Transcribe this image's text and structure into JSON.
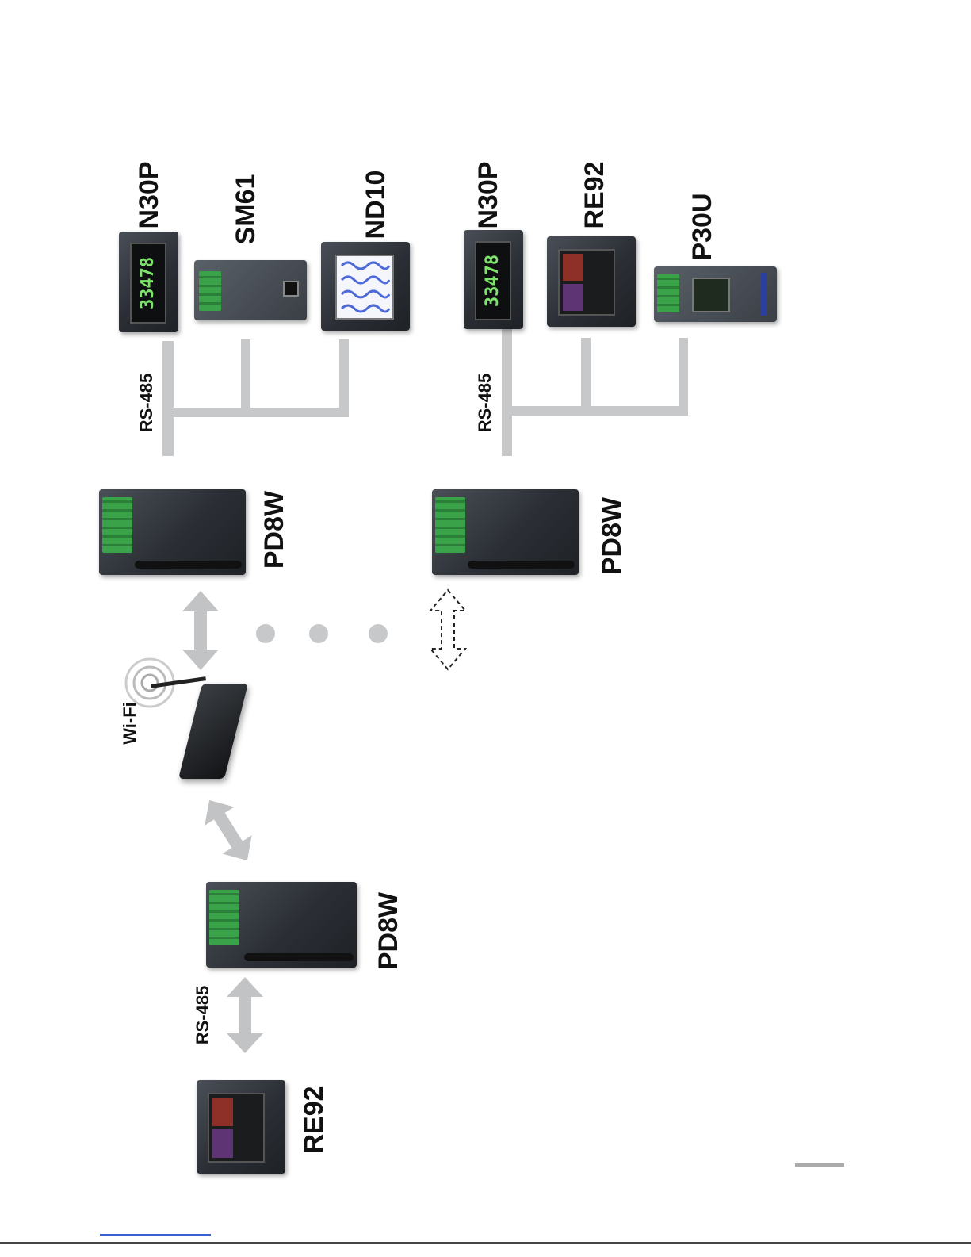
{
  "labels": {
    "n30p_top": "N30P",
    "sm61": "SM61",
    "nd10": "ND10",
    "n30p_right": "N30P",
    "re92_right": "RE92",
    "p30u": "P30U",
    "pd8w_top": "PD8W",
    "pd8w_right": "PD8W",
    "pd8w_bottom": "PD8W",
    "re92_bottom": "RE92",
    "rs485_top": "RS-485",
    "rs485_right": "RS-485",
    "rs485_bottom": "RS-485",
    "wifi": "Wi-Fi"
  },
  "display_digits": {
    "n30p_top": "33478",
    "n30p_right": "33478"
  },
  "colors": {
    "bus_line": "#c7c8ca",
    "terminal_green": "#3aa349",
    "device_body": "#2b2f35",
    "display_green": "#7ee36a"
  },
  "icons": [
    "wifi-signal-icon",
    "double-arrow-icon",
    "dashed-double-arrow-icon",
    "ellipsis-dots-icon"
  ]
}
